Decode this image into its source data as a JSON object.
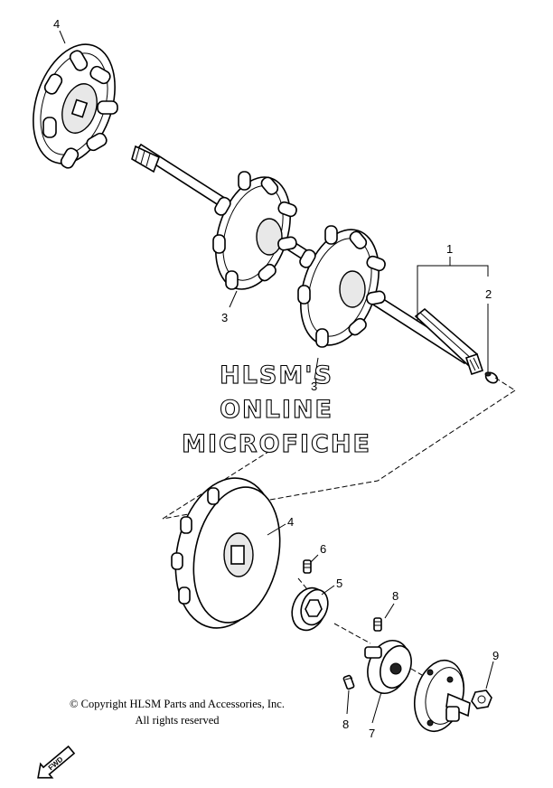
{
  "callouts": {
    "c1": "1",
    "c2": "2",
    "c3a": "3",
    "c3b": "3",
    "c4a": "4",
    "c4b": "4",
    "c5": "5",
    "c6": "6",
    "c7": "7",
    "c8a": "8",
    "c8b": "8",
    "c9": "9"
  },
  "watermark": {
    "line1": "HLSM'S",
    "line2": "ONLINE",
    "line3": "MICROFICHE"
  },
  "copyright": {
    "line1": "© Copyright HLSM Parts and Accessories, Inc.",
    "line2": "All rights reserved"
  },
  "fwd_label": "FWD"
}
